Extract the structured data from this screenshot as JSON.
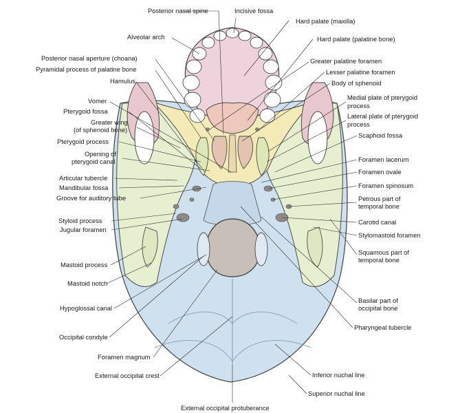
{
  "labels": {
    "posterior_nasal_spine": "Posterior nasal spine",
    "incisive_fossa": "Incisive fossa",
    "hard_palate_maxilla": "Hard palate (maxilla)",
    "alveolar_arch": "Alveolar arch",
    "hard_palate_palatine": "Hard palate (palatine bone)",
    "posterior_nasal_aperture": "Posterior nasal aperture (choana)",
    "greater_palatine_foramen": "Greater palatine foramen",
    "pyramidal_process": "Pyramidal process of palatine bone",
    "lesser_palatine_foramen": "Lesser palatine foramen",
    "hamulus": "Hamulus",
    "body_of_sphenoid": "Body of sphenoid",
    "vomer": "Vomer",
    "medial_plate_1": "Medial plate of pterygoid",
    "medial_plate_2": "process",
    "pterygoid_fossa": "Pterygoid fossa",
    "lateral_plate_1": "Lateral plate of pterygoid",
    "lateral_plate_2": "process",
    "greater_wing_1": "Greater wing",
    "greater_wing_2": "(of sphenoid bone)",
    "scaphoid_fossa": "Scaphoid fossa",
    "pterygoid_process": "Pterygoid process",
    "opening_canal_1": "Opening of",
    "opening_canal_2": "pterygoid canal",
    "foramen_lacerum": "Foramen lacerum",
    "foramen_ovale": "Foramen ovale",
    "articular_tubercle": "Articular tubercle",
    "foramen_spinosum": "Foramen spinosum",
    "mandibular_fossa": "Mandibular fossa",
    "petrous_1": "Petrous part of",
    "petrous_2": "temporal bone",
    "groove_auditory_tube": "Groove for auditory tube",
    "styloid_process": "Styloid process",
    "carotid_canal": "Carotid canal",
    "jugular_foramen": "Jugular foramen",
    "stylomastoid_foramen": "Stylomastoid foramen",
    "squamous_1": "Squamous part of",
    "squamous_2": "temporal bone",
    "mastoid_process": "Mastoid process",
    "mastoid_notch": "Mastoid notch",
    "basilar_1": "Basilar part of",
    "basilar_2": "occipital bone",
    "hypoglossal_canal": "Hypoglossal canal",
    "pharyngeal_tubercle": "Pharyngeal tubercle",
    "occipital_condyle": "Occipital condyle",
    "foramen_magnum": "Foramen magnum",
    "external_occipital_crest": "External occipital crest",
    "inferior_nuchal_line": "Inferior nuchal line",
    "superior_nuchal_line": "Superior nuchal line",
    "external_occipital_protuberance": "External occipital protuberance"
  },
  "colors": {
    "occipital": "#cfe0ee",
    "temporal": "#e6efcf",
    "sphenoid": "#f3eab8",
    "palatine": "#eec7bd",
    "maxilla": "#efd3dc",
    "zygomatic": "#e9c7ce",
    "foramen_magnum": "#c8bfb8",
    "outline": "#4a4a4a",
    "label_text": "#1a1a1a"
  }
}
